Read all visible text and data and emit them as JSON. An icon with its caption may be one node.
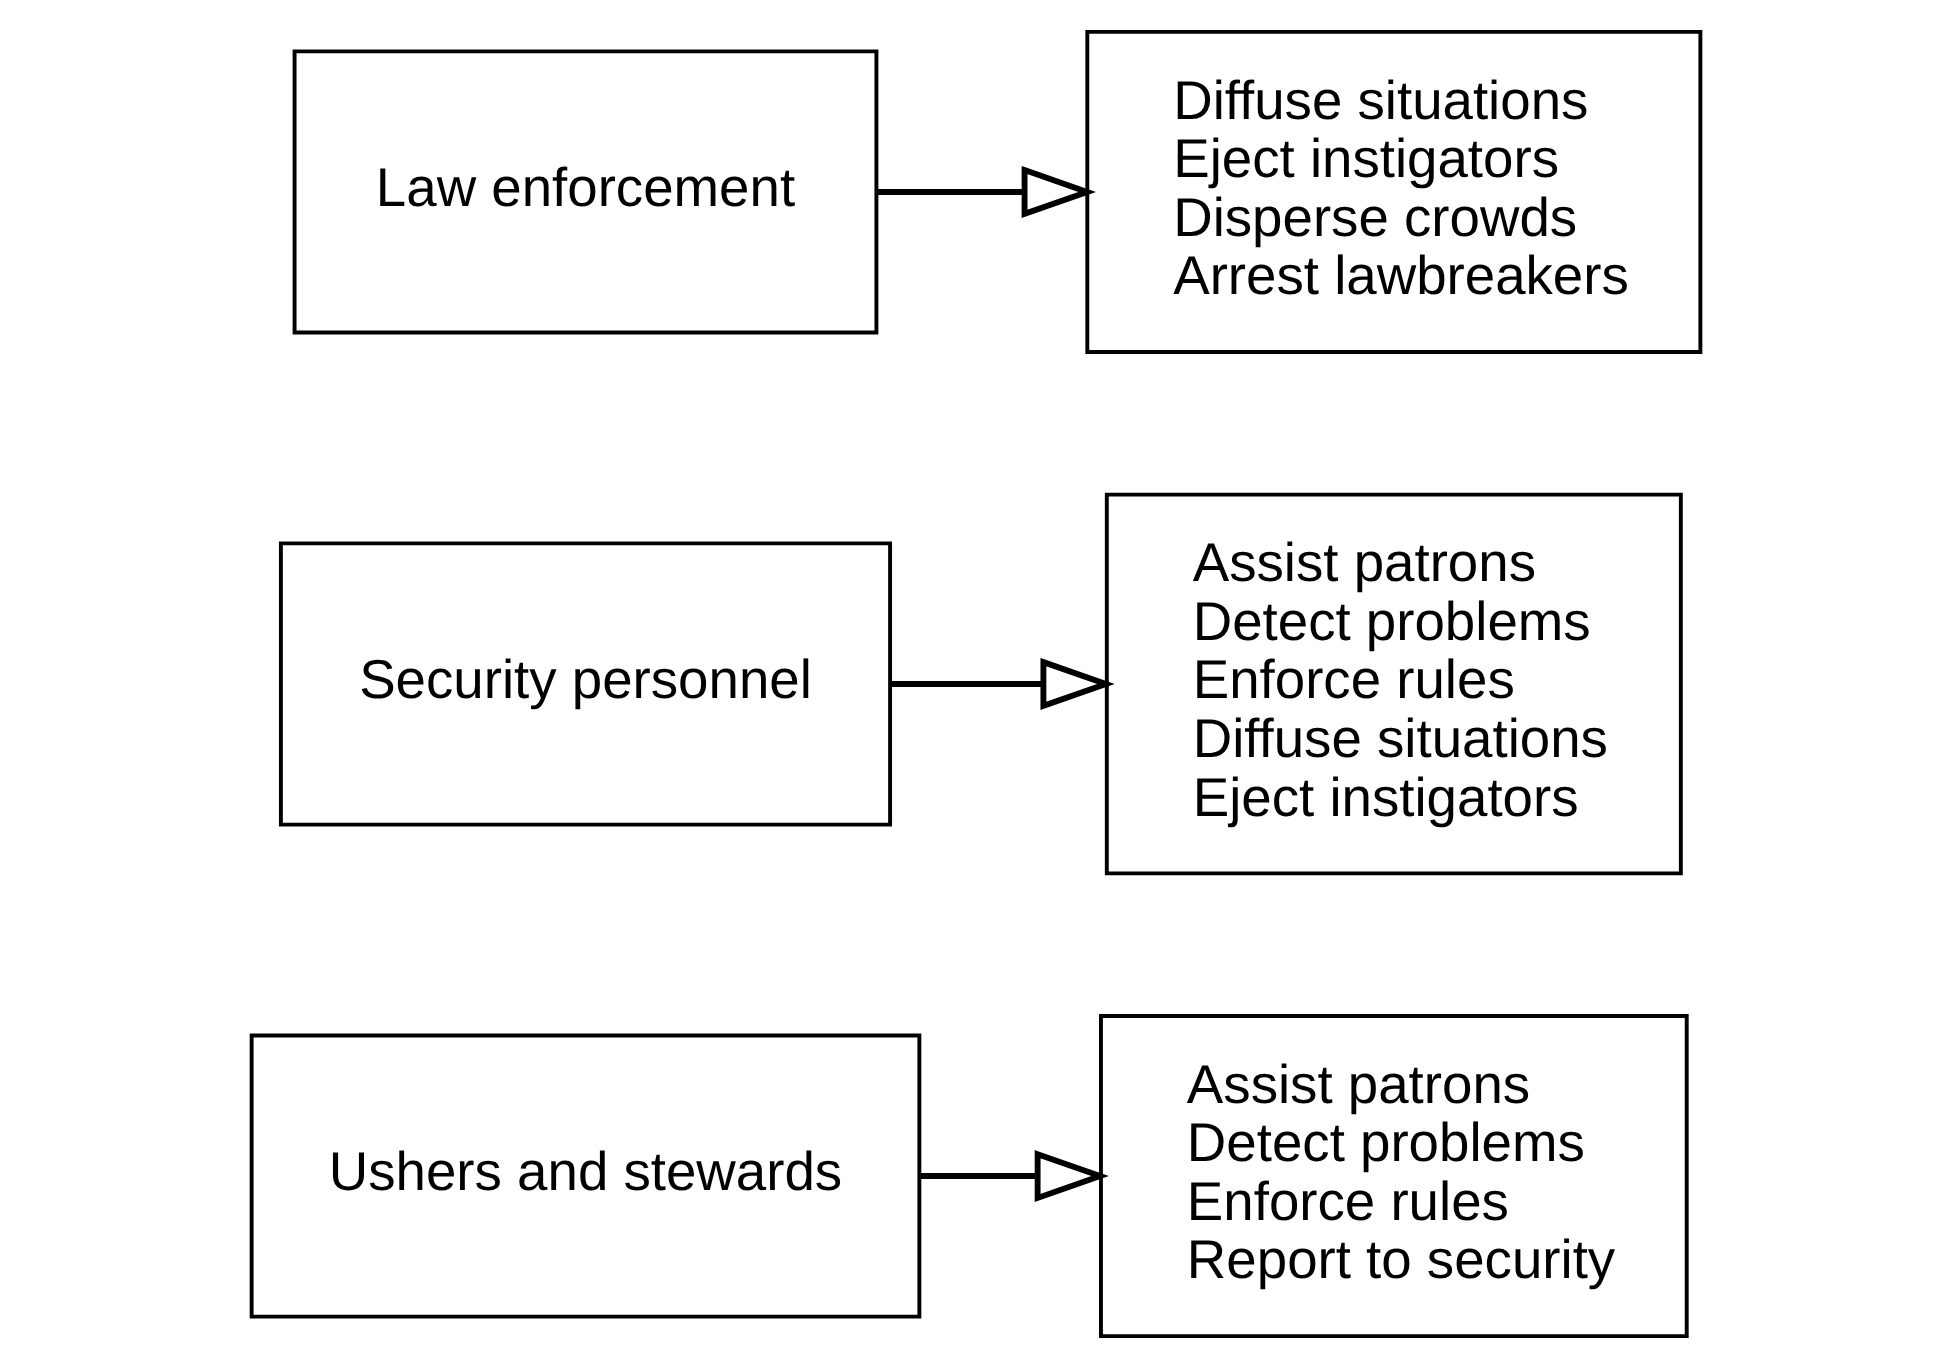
{
  "diagram": {
    "nodes": [
      {
        "text": [
          "Ushers and stewards"
        ]
      },
      {
        "text": [
          "Assist patrons",
          "Detect problems",
          "Enforce rules",
          "Report to security"
        ]
      },
      {
        "text": [
          "Security personnel"
        ]
      },
      {
        "text": [
          "Assist patrons",
          "Detect problems",
          "Enforce rules",
          "Diffuse situations",
          "Eject instigators"
        ]
      },
      {
        "text": [
          "Law enforcement"
        ]
      },
      {
        "text": [
          "Diffuse situations",
          "Eject instigators",
          "Disperse crowds",
          "Arrest lawbreakers"
        ]
      }
    ],
    "edges": [
      {
        "from": 0,
        "to": 1,
        "arrow": "to"
      },
      {
        "from": 2,
        "to": 3,
        "arrow": "to"
      },
      {
        "from": 4,
        "to": 5,
        "arrow": "to"
      }
    ]
  }
}
